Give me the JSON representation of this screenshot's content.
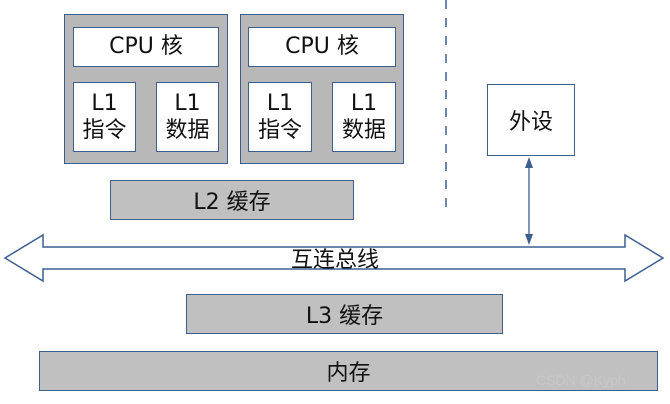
{
  "cores": [
    {
      "title": "CPU 核",
      "l1_instruction": "L1\n指令",
      "l1_data": "L1\n数据"
    },
    {
      "title": "CPU 核",
      "l1_instruction": "L1\n指令",
      "l1_data": "L1\n数据"
    }
  ],
  "l2_cache": "L2 缓存",
  "bus": "互连总线",
  "l3_cache": "L3 缓存",
  "memory": "内存",
  "peripheral": "外设",
  "watermark": "CSDN @Kyph",
  "colors": {
    "border": "#3d5f8f",
    "core_fill": "#b8b8b8",
    "bar_fill": "#c0c0c0"
  }
}
